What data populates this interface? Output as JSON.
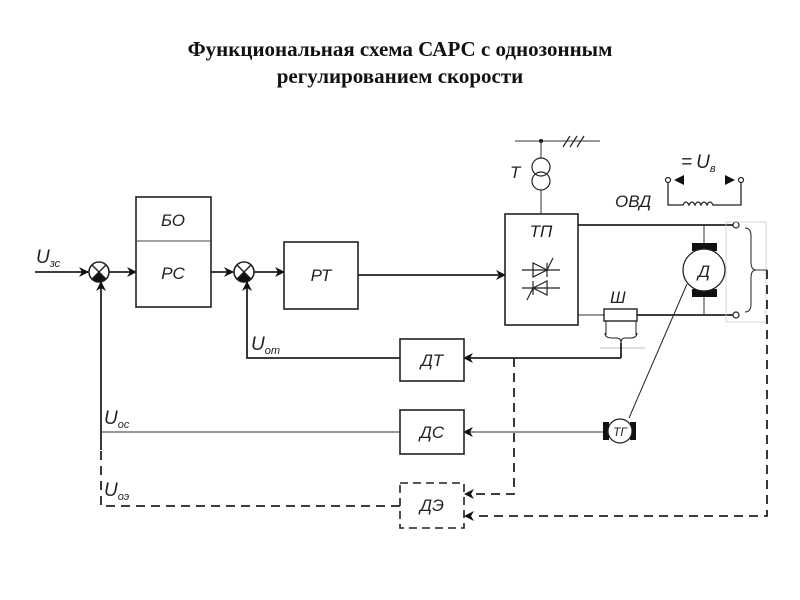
{
  "title": {
    "line1": "Функциональная схема САРС с однозонным",
    "line2": "регулированием скорости"
  },
  "blocks": {
    "bo": "БО",
    "rs": "РС",
    "rt": "РТ",
    "tp": "ТП",
    "dt": "ДТ",
    "ds": "ДС",
    "de": "ДЭ",
    "motor": "Д",
    "tachogen": "ТГ",
    "transformer": "Т",
    "shunt": "Ш",
    "field_winding": "ОВД"
  },
  "signals": {
    "u_zs": {
      "base": "U",
      "sub": "зс"
    },
    "u_ot": {
      "base": "U",
      "sub": "от"
    },
    "u_os": {
      "base": "U",
      "sub": "ос"
    },
    "u_oe": {
      "base": "U",
      "sub": "оэ"
    },
    "u_v": {
      "prefix": "=",
      "base": "U",
      "sub": "в"
    }
  }
}
